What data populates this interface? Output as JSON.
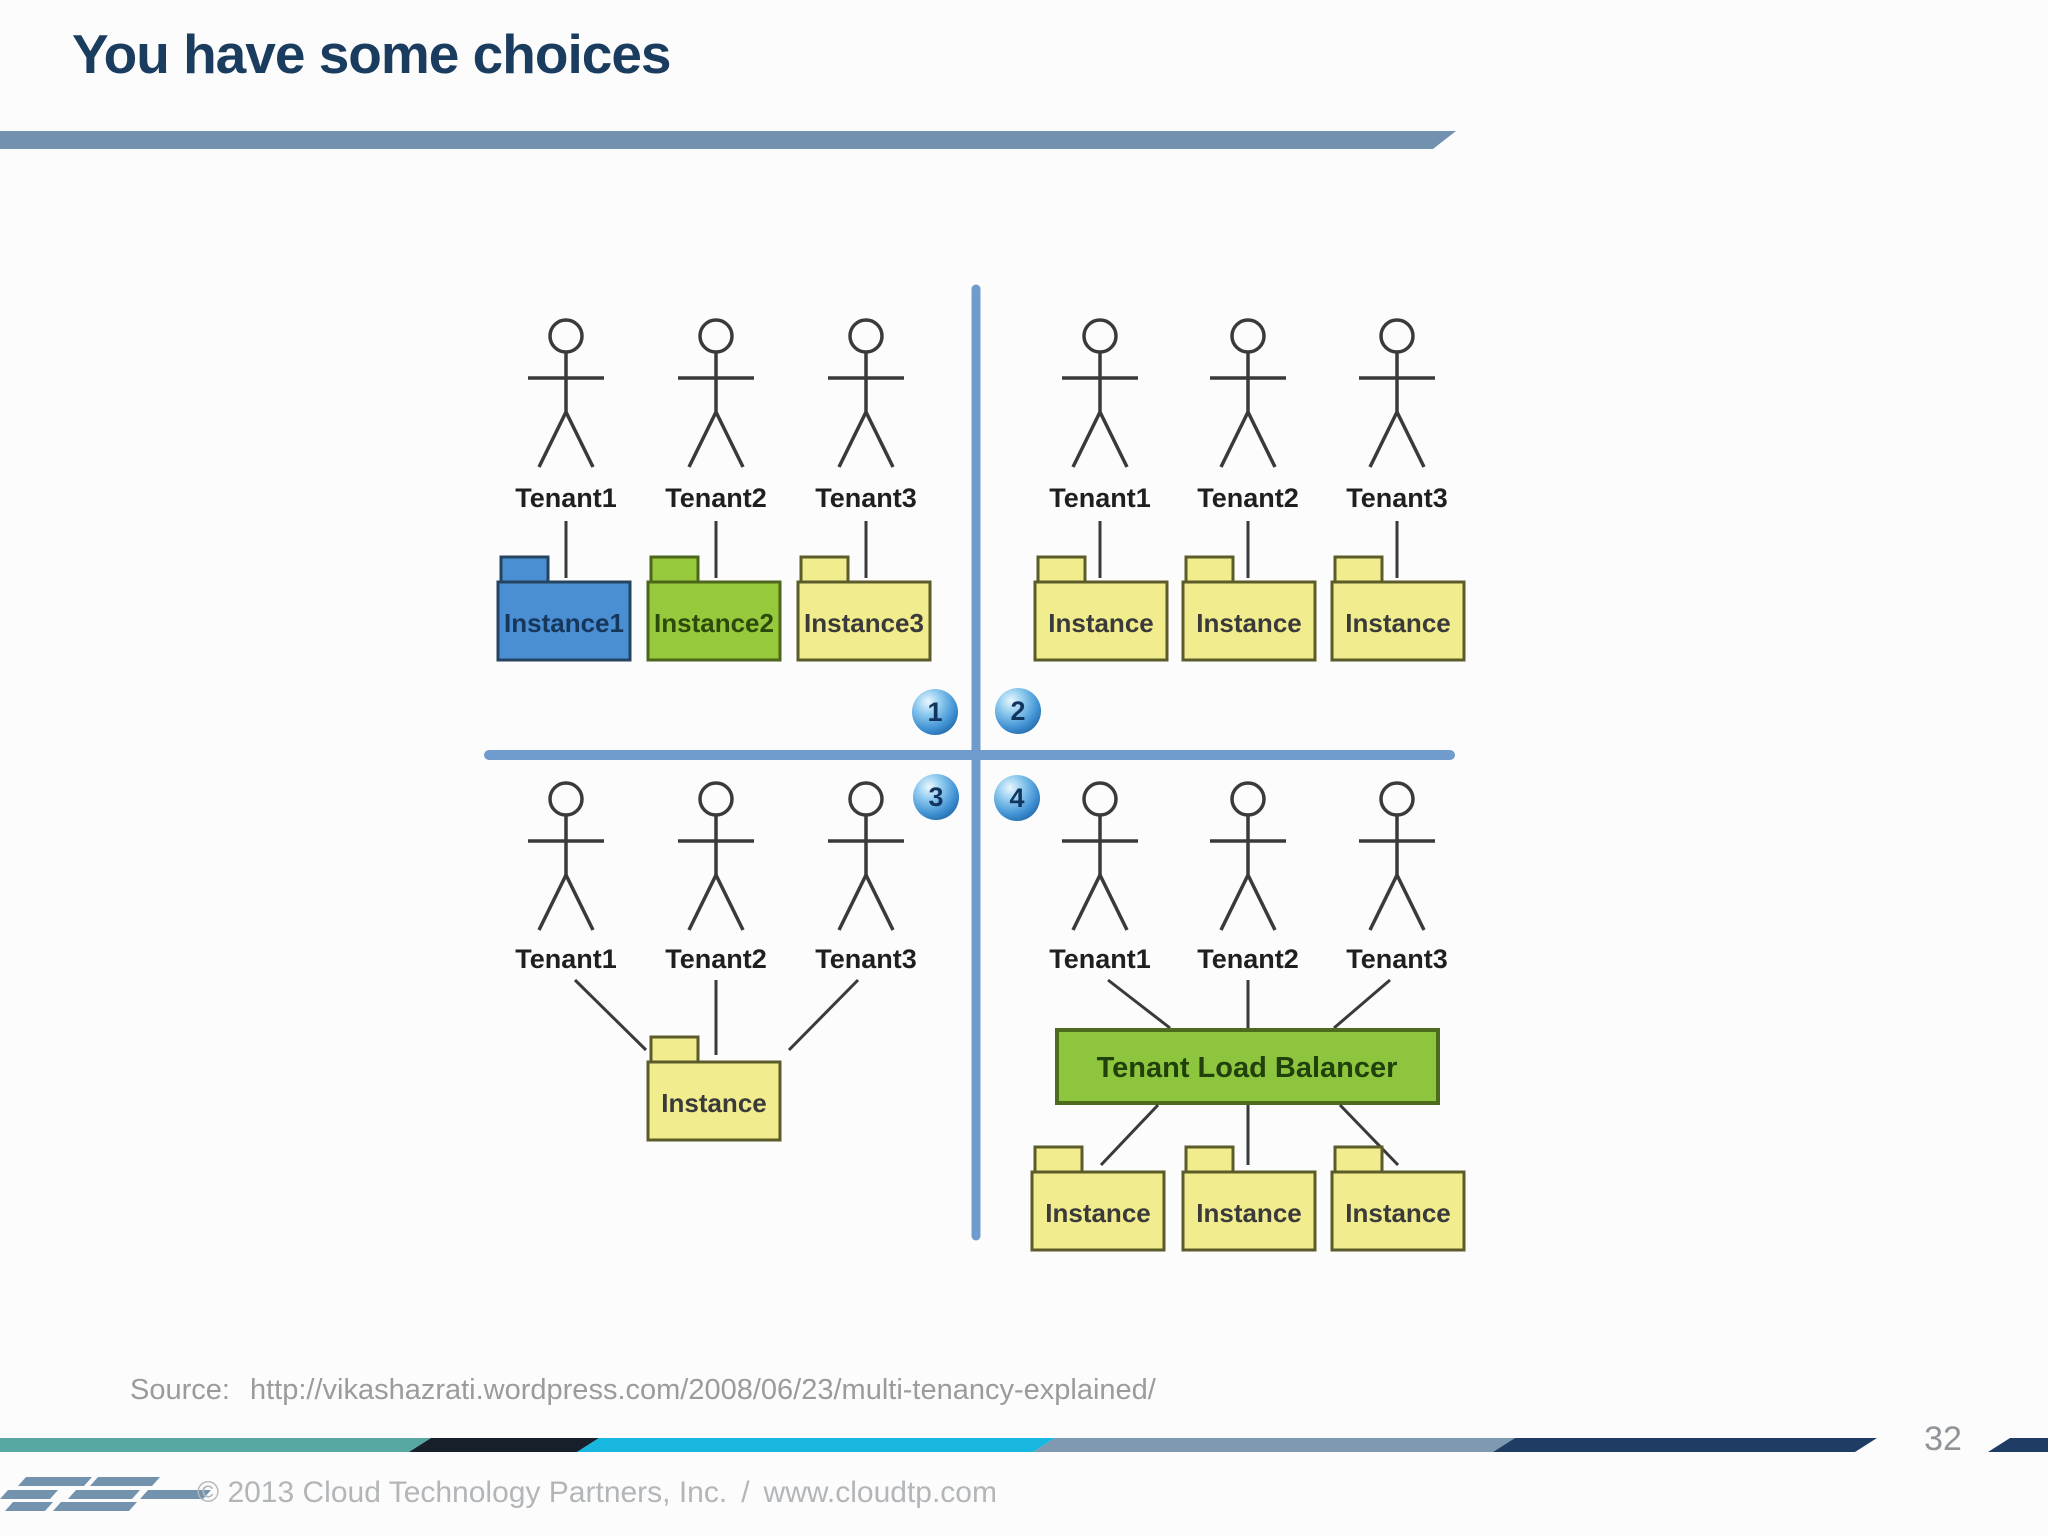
{
  "slide": {
    "title": "You have some choices",
    "page_number": "32",
    "source": {
      "label": "Source:",
      "url": "http://vikashazrati.wordpress.com/2008/06/23/multi-tenancy-explained/"
    },
    "footer": {
      "copyright": "© 2013 Cloud Technology Partners, Inc.",
      "separator": "/",
      "website": "www.cloudtp.com"
    }
  },
  "diagram": {
    "badges": [
      "1",
      "2",
      "3",
      "4"
    ],
    "quadrant1": {
      "tenants": [
        "Tenant1",
        "Tenant2",
        "Tenant3"
      ],
      "instances": [
        "Instance1",
        "Instance2",
        "Instance3"
      ]
    },
    "quadrant2": {
      "tenants": [
        "Tenant1",
        "Tenant2",
        "Tenant3"
      ],
      "instances": [
        "Instance",
        "Instance",
        "Instance"
      ]
    },
    "quadrant3": {
      "tenants": [
        "Tenant1",
        "Tenant2",
        "Tenant3"
      ],
      "instances": [
        "Instance"
      ]
    },
    "quadrant4": {
      "tenants": [
        "Tenant1",
        "Tenant2",
        "Tenant3"
      ],
      "load_balancer_label": "Tenant Load Balancer",
      "instances": [
        "Instance",
        "Instance",
        "Instance"
      ]
    },
    "colors": {
      "title_navy": "#1a3c5e",
      "title_bar_blue": "#7191ae",
      "divider_blue": "#6f9bcd",
      "instance1_blue": "#4a8fd3",
      "instance2_green": "#97c93d",
      "instance_yellow": "#f1ed8e",
      "load_balancer_green": "#8dc63e",
      "badge_blue": "#3e90d2",
      "stripe_teal": "#57a8a2",
      "stripe_dark": "#171f2b",
      "stripe_cyan": "#18b7e0",
      "stripe_slate": "#7e99b0",
      "stripe_navy": "#1e3c64",
      "logo_slate": "#7292ae",
      "source_gray": "#9b9b9b",
      "footer_gray": "#b3b6b9"
    }
  }
}
